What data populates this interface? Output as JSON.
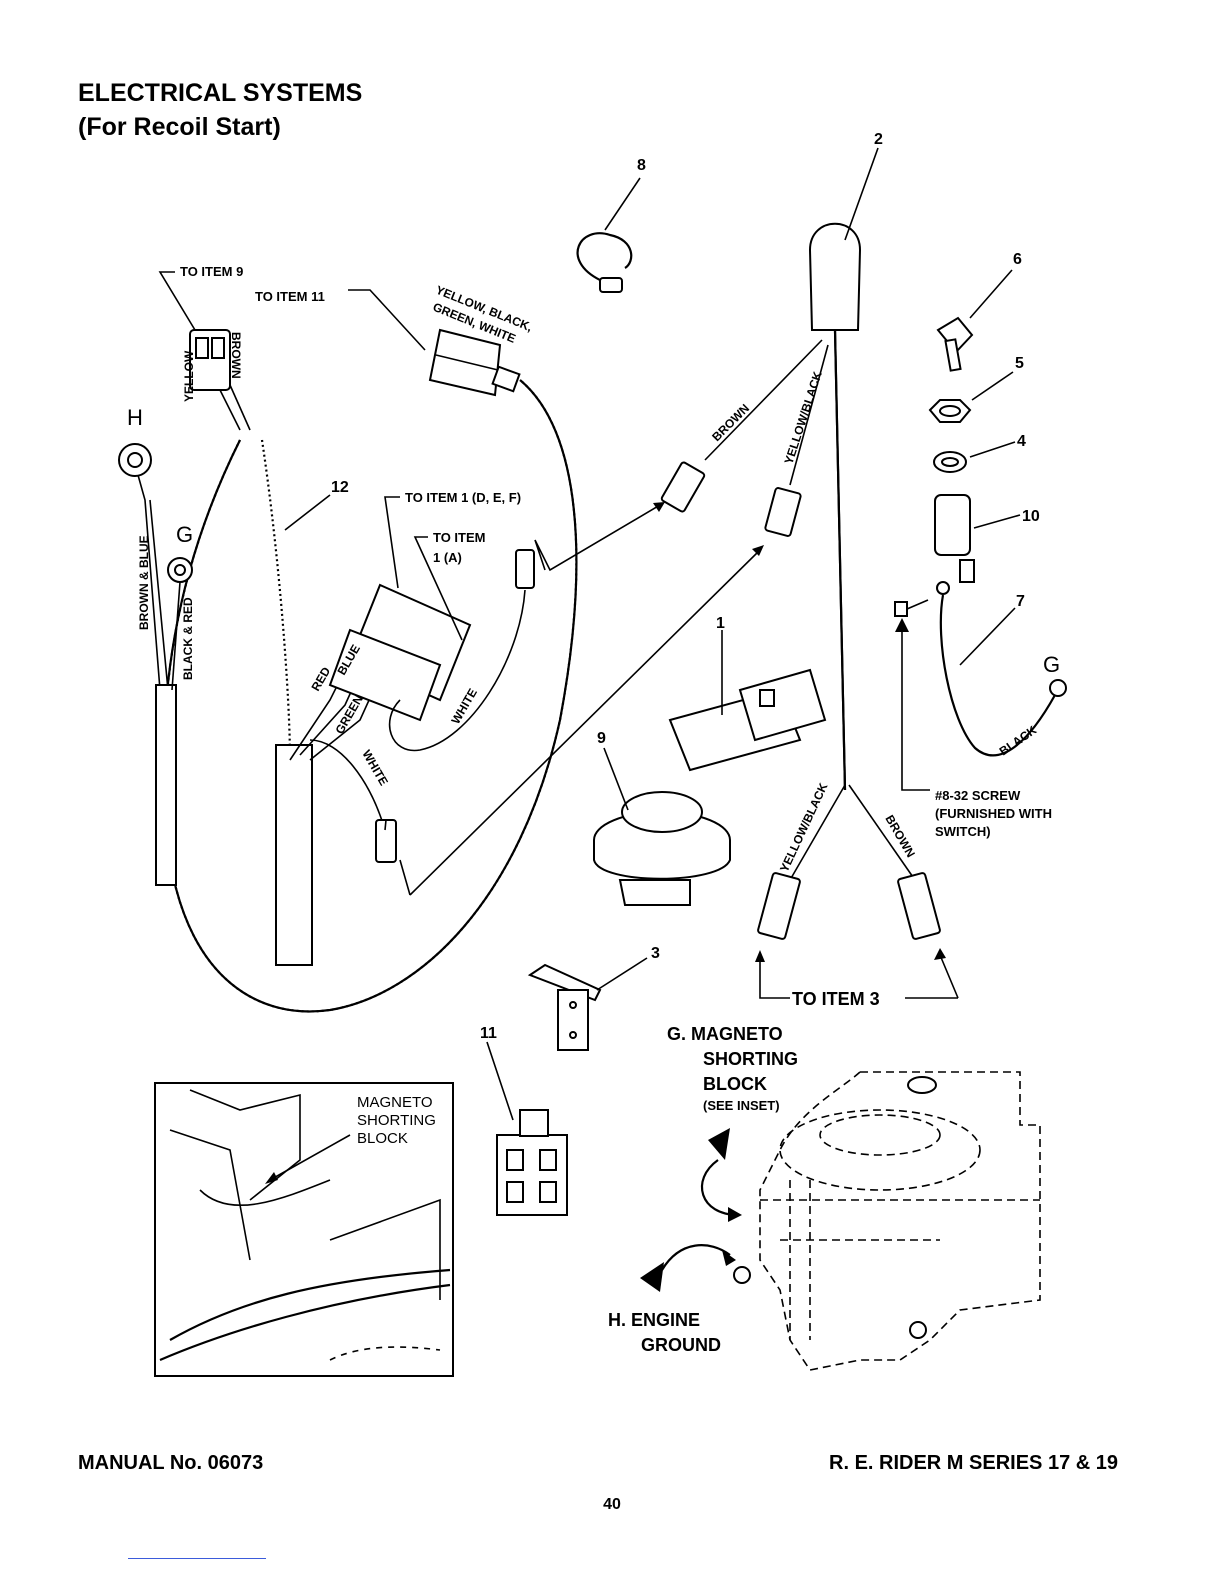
{
  "header": {
    "title": "ELECTRICAL SYSTEMS",
    "subtitle": "(For Recoil Start)"
  },
  "labels": {
    "to_item_9": "TO ITEM 9",
    "to_item_11": "TO ITEM 11",
    "to_item_1_def": "TO ITEM 1 (D, E, F)",
    "to_item_1a_l1": "TO ITEM",
    "to_item_1a_l2": "1 (A)",
    "to_item_3": "TO ITEM 3",
    "screw_l1": "#8-32 SCREW",
    "screw_l2": "(FURNISHED WITH",
    "screw_l3": "SWITCH)",
    "inset_l1": "MAGNETO",
    "inset_l2": "SHORTING",
    "inset_l3": "BLOCK",
    "g_l1": "G. MAGNETO",
    "g_l2": "SHORTING",
    "g_l3": "BLOCK",
    "g_l4": "(SEE INSET)",
    "h_l1": "H. ENGINE",
    "h_l2": "GROUND",
    "letter_h": "H",
    "letter_g": "G",
    "letter_g2": "G"
  },
  "wires": {
    "yellow": "YELLOW",
    "brown": "BROWN",
    "ybgw_l1": "YELLOW, BLACK,",
    "ybgw_l2": "GREEN, WHITE",
    "brown_blue": "BROWN & BLUE",
    "black_red": "BLACK & RED",
    "red": "RED",
    "blue": "BLUE",
    "green": "GREEN",
    "white1": "WHITE",
    "white2": "WHITE",
    "brown2": "BROWN",
    "yellow_black": "YELLOW/BLACK",
    "yellow_black2": "YELLOW/BLACK",
    "brown3": "BROWN",
    "black": "BLACK"
  },
  "items": [
    "1",
    "2",
    "3",
    "4",
    "5",
    "6",
    "7",
    "8",
    "9",
    "10",
    "11",
    "12"
  ],
  "footer": {
    "manual": "MANUAL No. 06073",
    "series": "R. E. RIDER M SERIES 17 & 19",
    "page": "40"
  }
}
